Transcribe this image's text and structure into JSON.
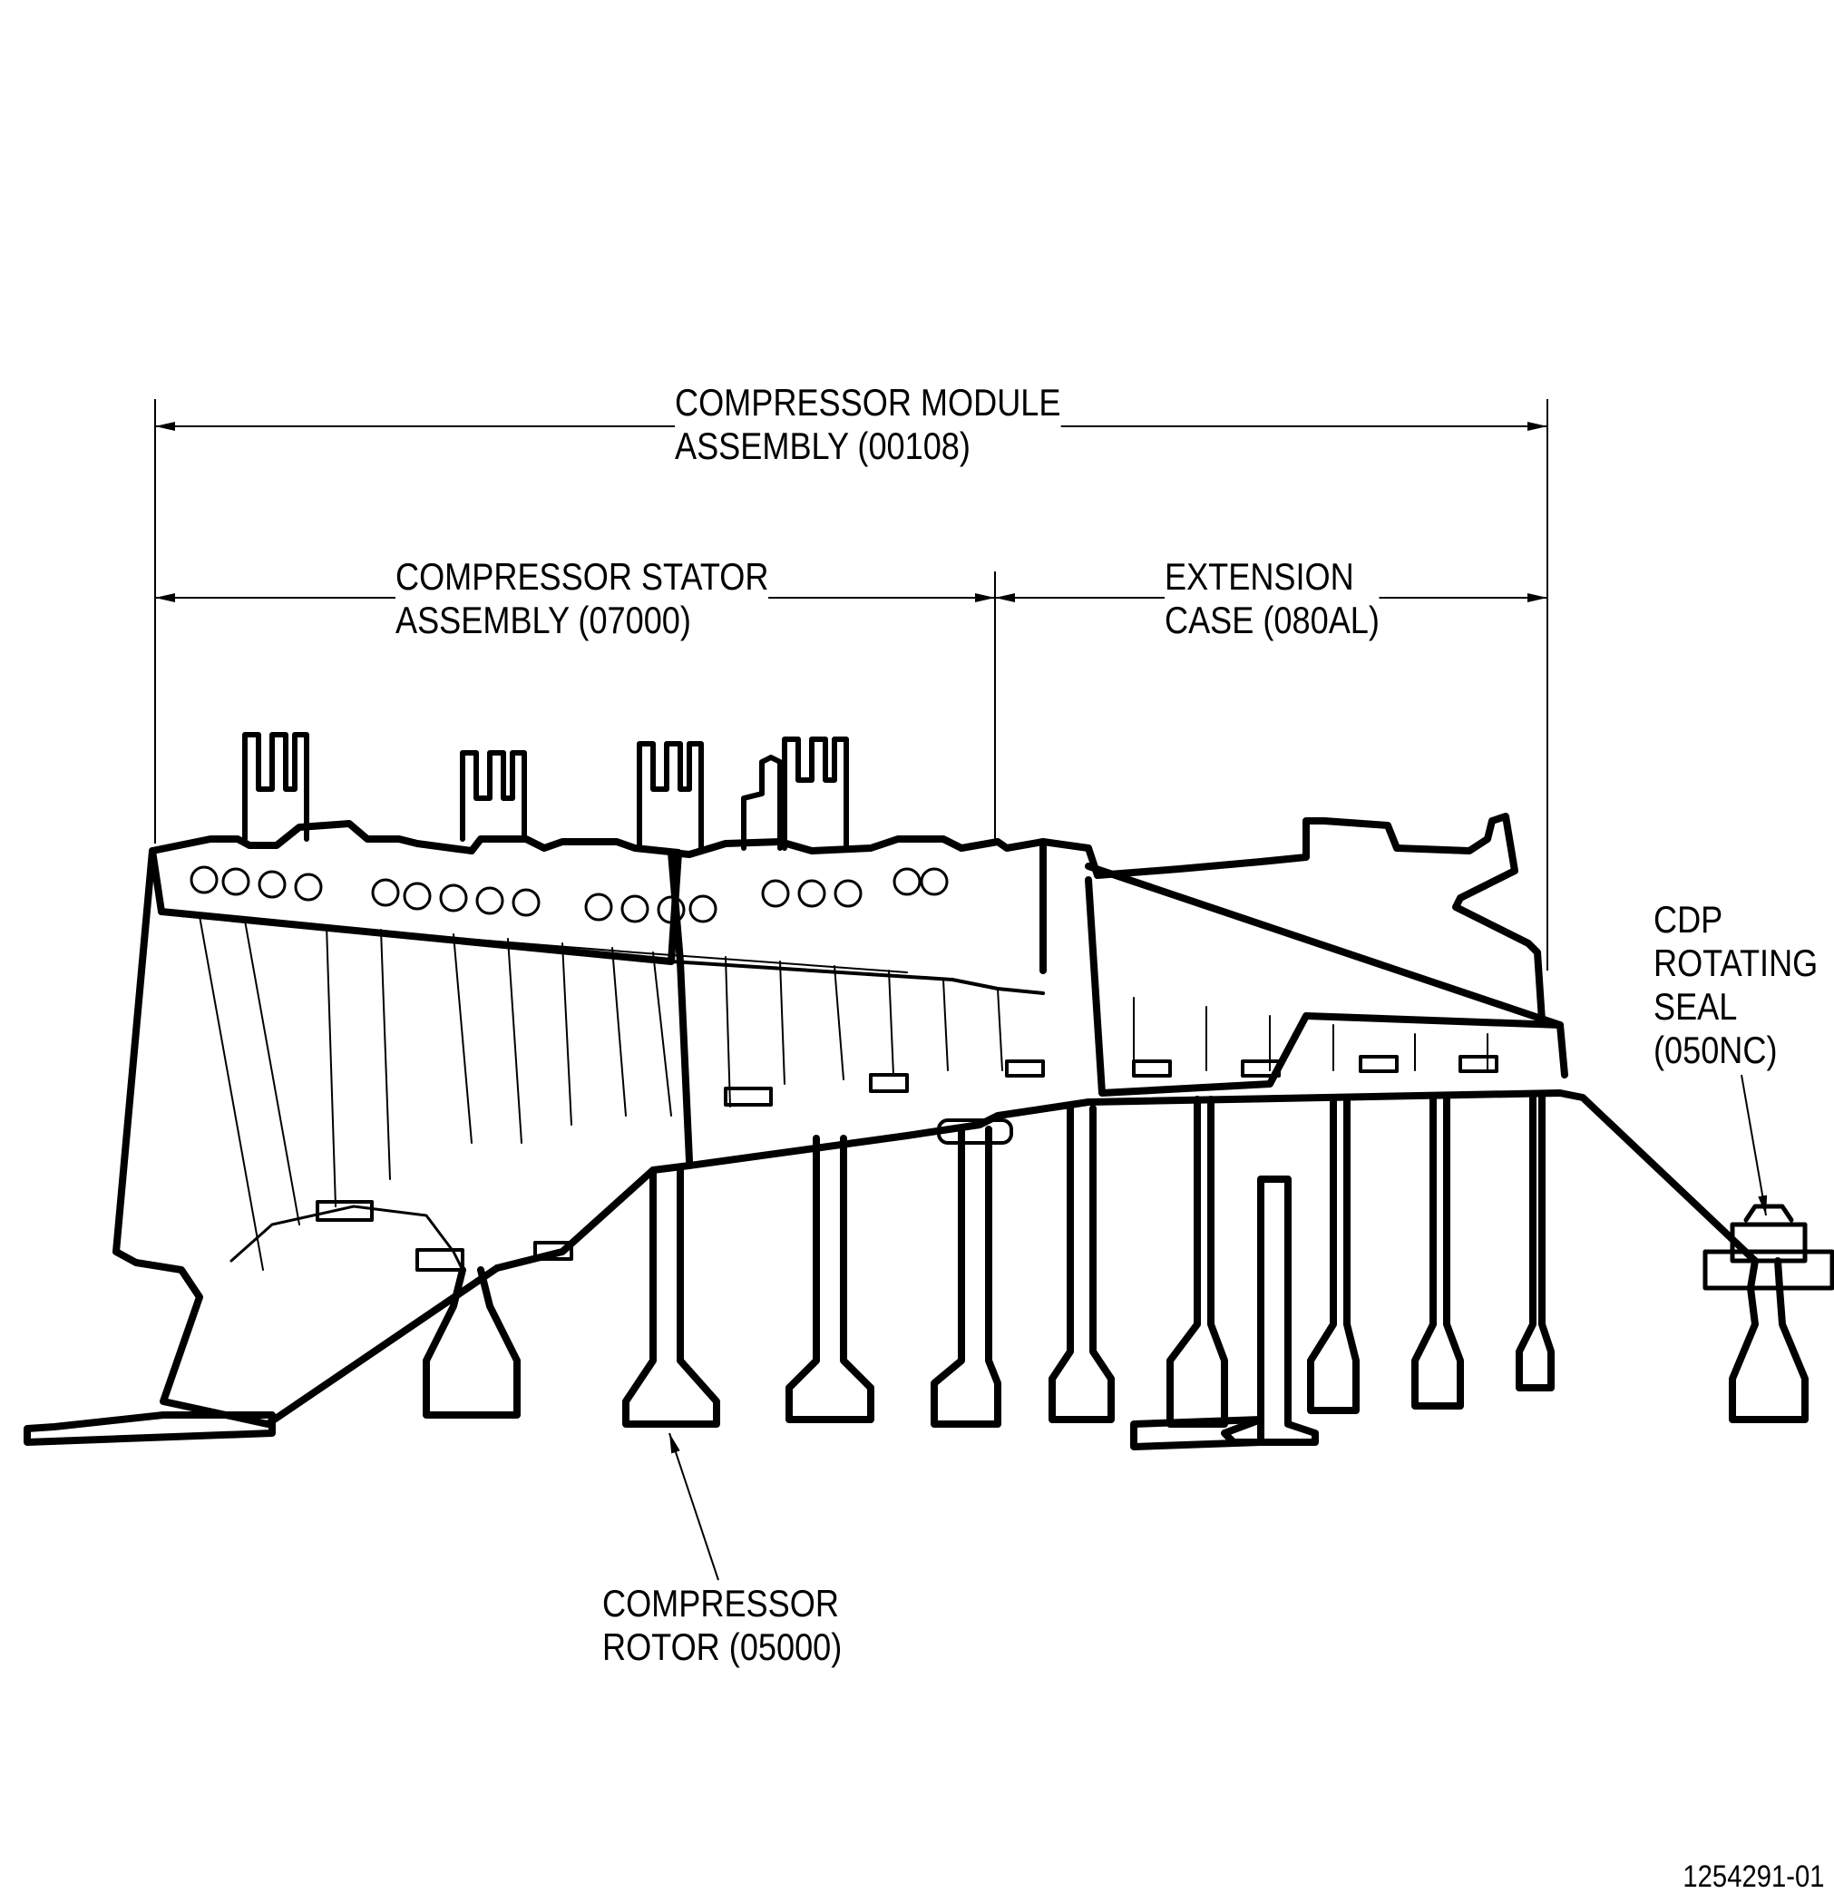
{
  "labels": {
    "module_line1": "COMPRESSOR MODULE",
    "module_line2": "ASSEMBLY (00108)",
    "stator_line1": "COMPRESSOR STATOR",
    "stator_line2": "ASSEMBLY (07000)",
    "extension_line1": "EXTENSION",
    "extension_line2": "CASE (080AL)",
    "seal_line1": "CDP",
    "seal_line2": "ROTATING",
    "seal_line3": "SEAL",
    "seal_line4": "(050NC)",
    "rotor_line1": "COMPRESSOR",
    "rotor_line2": "ROTOR (05000)"
  },
  "drawing_number": "1254291-01"
}
